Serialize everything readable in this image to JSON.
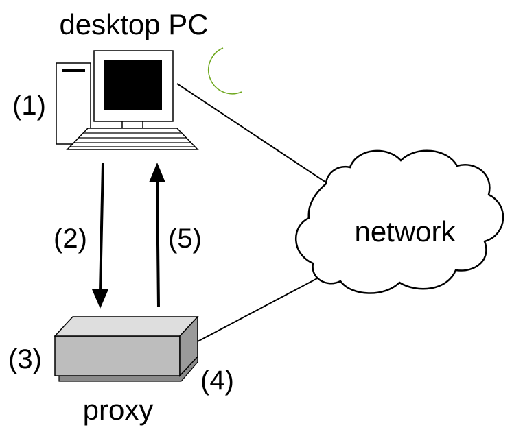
{
  "labels": {
    "desktop": "desktop PC",
    "network": "network",
    "proxy": "proxy"
  },
  "steps": {
    "s1": "(1)",
    "s2": "(2)",
    "s3": "(3)",
    "s4": "(4)",
    "s5": "(5)"
  },
  "icons": {
    "computer": "desktop-computer-icon",
    "moon": "crescent-moon-icon",
    "cloud": "cloud-icon",
    "proxy": "proxy-server-box-icon"
  },
  "colors": {
    "moon_fill": "#8ed12a",
    "moon_stroke": "#6fa81f",
    "line": "#000000",
    "proxy_front": "#bdbdbd",
    "proxy_top": "#dedede",
    "proxy_side": "#9a9a9a"
  }
}
